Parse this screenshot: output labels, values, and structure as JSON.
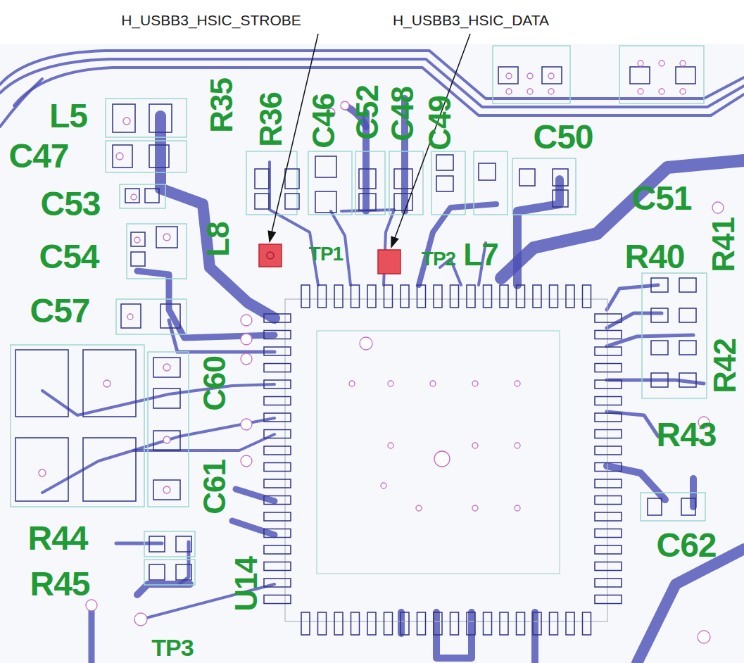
{
  "diagram": {
    "labels": [
      "H_USBB3_HSIC_STROBE",
      "H_USBB3_HSIC_DATA",
      "L5",
      "R35",
      "R36",
      "C46",
      "C52",
      "C48",
      "C49",
      "C47",
      "C50",
      "C53",
      "C51",
      "L8",
      "TP1",
      "TP2",
      "L7",
      "R40",
      "R41",
      "C54",
      "C57",
      "R42",
      "C60",
      "R43",
      "C61",
      "R44",
      "C62",
      "R45",
      "U14",
      "TP3"
    ]
  }
}
